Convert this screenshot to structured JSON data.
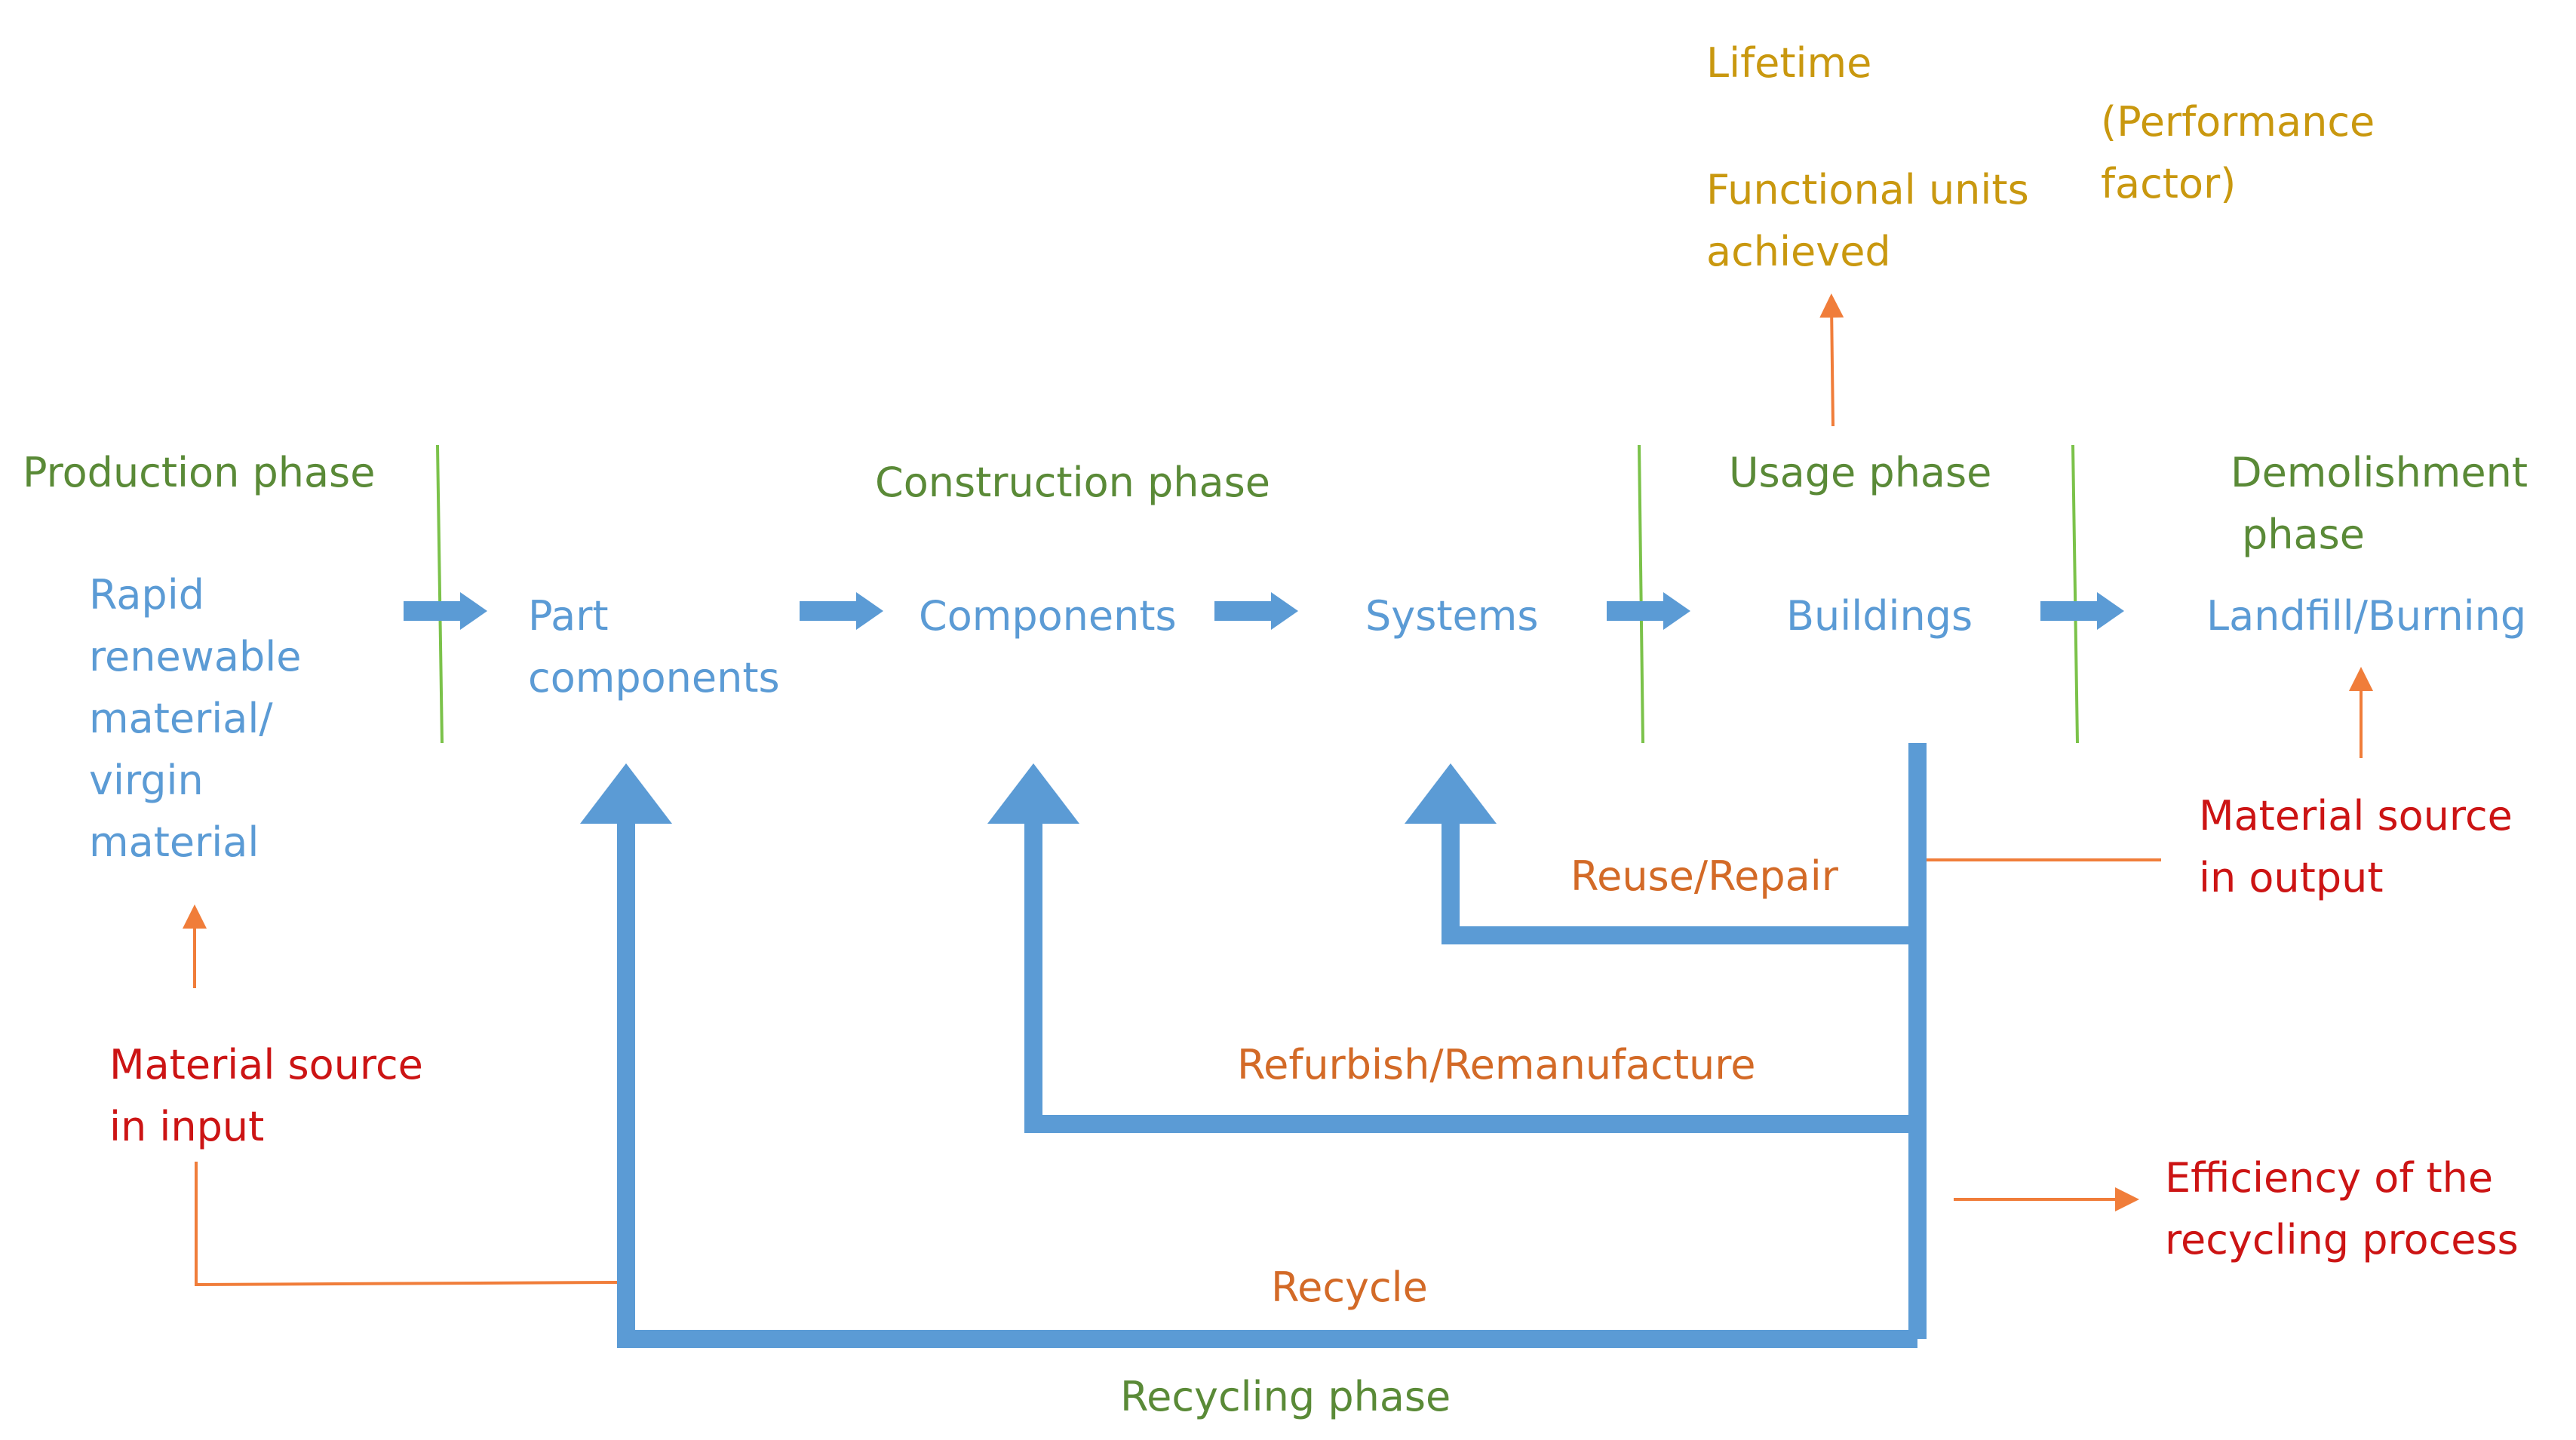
{
  "colors": {
    "phase": "#5a8a37",
    "stage": "#5b9bd5",
    "performance": "#c9980f",
    "loop": "#d36a27",
    "indicator": "#cc1414",
    "connector": "#f07d3a",
    "divider": "#7bc24a",
    "flow": "#5b9bd5"
  },
  "phases": {
    "production": "Production phase",
    "construction": "Construction phase",
    "usage": "Usage phase",
    "demolishment": [
      "Demolishment",
      "phase"
    ],
    "recycling": "Recycling phase"
  },
  "stages": {
    "raw_material": [
      "Rapid",
      "renewable",
      "material/",
      "virgin",
      "material"
    ],
    "part_components": [
      "Part",
      "components"
    ],
    "components": "Components",
    "systems": "Systems",
    "buildings": "Buildings",
    "end_of_life": "Landfill/Burning"
  },
  "performance": {
    "lifetime": "Lifetime",
    "functional_units": [
      "Functional units",
      "achieved"
    ],
    "factor": [
      "(Performance",
      "factor)"
    ]
  },
  "loops": {
    "reuse": "Reuse/Repair",
    "refurbish": "Refurbish/Remanufacture",
    "recycle": "Recycle"
  },
  "indicators": {
    "input": [
      "Material source",
      "in input"
    ],
    "output": [
      "Material source",
      "in output"
    ],
    "efficiency": [
      "Efficiency of the",
      "recycling process"
    ]
  }
}
